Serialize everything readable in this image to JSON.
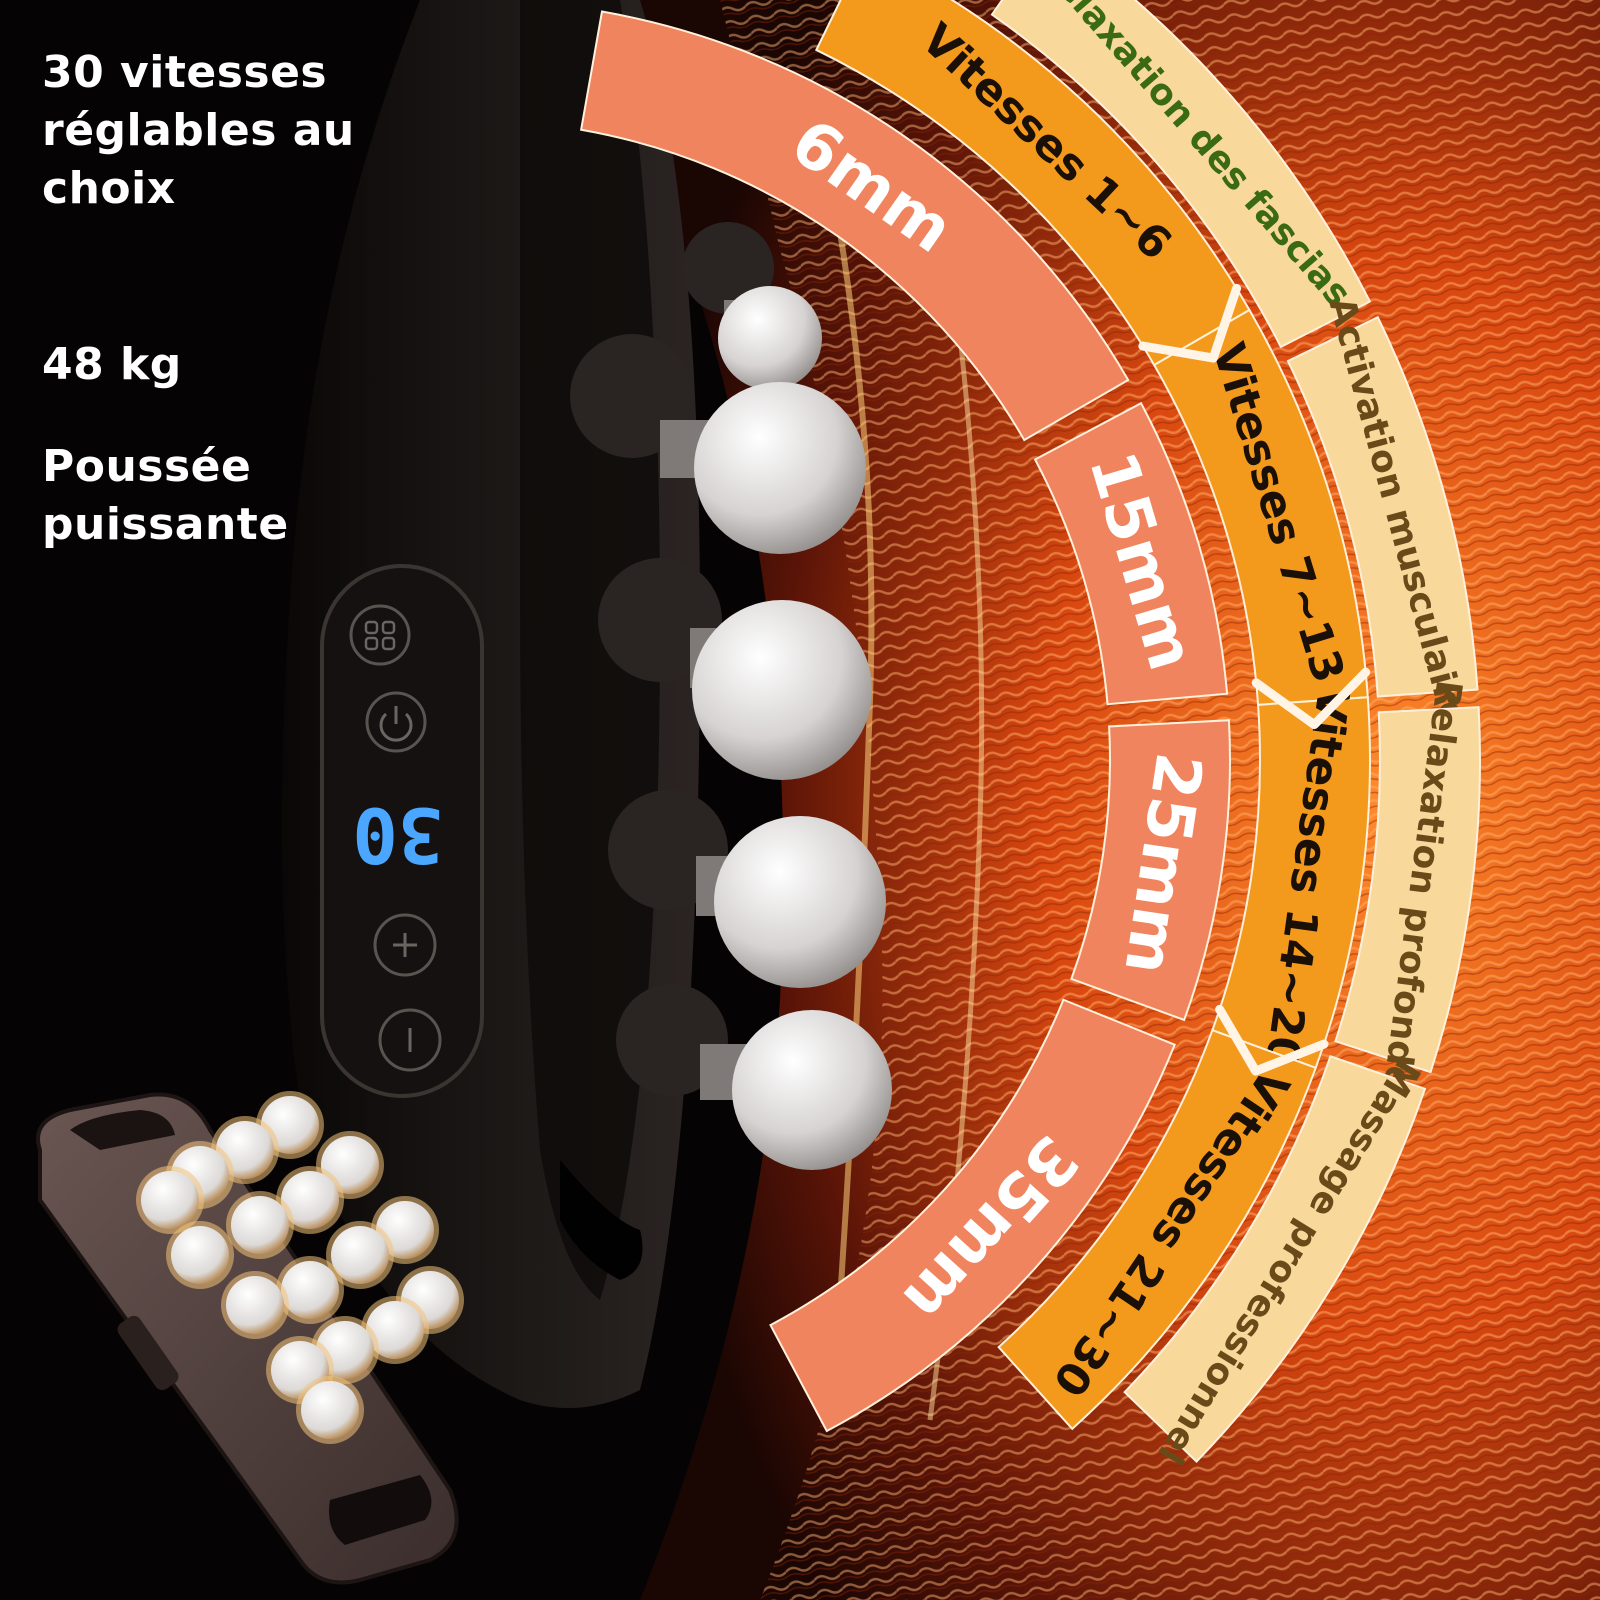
{
  "features": [
    "30 vitesses réglables au choix",
    "48 kg",
    "Poussée puissante"
  ],
  "depth_ring": [
    "6mm",
    "15mm",
    "25mm",
    "35mm"
  ],
  "speed_ring": [
    "Vitesses 1~6",
    "Vitesses 7~13",
    "Vitesses 14~20",
    "Vitesses 21~30"
  ],
  "effect_ring": [
    "Relaxation des fascias",
    "Activation musculaire",
    "Relaxation profonde",
    "Massage professionnel"
  ],
  "control_panel": {
    "display_value": "30",
    "buttons": [
      "mode-icon",
      "power-icon",
      "plus-icon",
      "minus-icon"
    ]
  },
  "colors": {
    "depth_band": "#f0845f",
    "speed_band": "#f39a1c",
    "effect_band": "#f8d99b",
    "effect_text_first": "#3b6a15",
    "effect_text": "#6b4a1a",
    "display": "#4aa6ff"
  }
}
